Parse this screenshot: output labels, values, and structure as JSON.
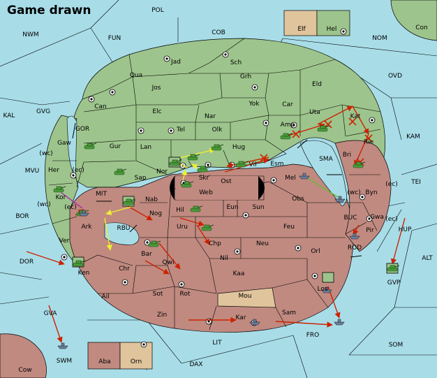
{
  "title": "Game drawn",
  "colors": {
    "sea": "#a8dde8",
    "green": "#9dc48c",
    "red": "#c08a80",
    "tan": "#e0c49c",
    "order": "#cc2200",
    "support": "#eeee33",
    "convoy": "#aa33aa",
    "hold": "#66bb33"
  },
  "seas": [
    "POL",
    "NWM",
    "FUN",
    "COB",
    "NOM",
    "Con",
    "OVD",
    "KAM",
    "KAL",
    "GVG",
    "GOR",
    "MVU",
    "MIT",
    "BOR",
    "RBU",
    "DOR",
    "SMA",
    "TEI",
    "BUC",
    "HUP",
    "ROD",
    "ALT",
    "GVA",
    "SWM",
    "LIT",
    "FRO",
    "SOM",
    "DAX",
    "Cow"
  ],
  "north": [
    "Jad",
    "Sch",
    "Qua",
    "Jos",
    "Grh",
    "Eld",
    "Can",
    "Elc",
    "Nar",
    "Yok",
    "Car",
    "Uta",
    "Tel",
    "Olk",
    "Kat",
    "Gur",
    "Lan",
    "Hug",
    "Amp",
    "Rie",
    "Sap",
    "Nor",
    "Skr",
    "Vil",
    "Esm",
    "Bri",
    "Gaw",
    "Her",
    "(wc)",
    "(ec)",
    "Kor",
    "Elf",
    "Hel"
  ],
  "south": [
    "Ost",
    "Mel",
    "Web",
    "Nab",
    "Hil",
    "Eun",
    "Sun",
    "Obs",
    "Ark",
    "Nog",
    "Uru",
    "Feu",
    "Ver",
    "Chp",
    "Neu",
    "Orl",
    "Bar",
    "Qwi",
    "Nil",
    "Ken",
    "Chr",
    "Kaa",
    "Ail",
    "Sot",
    "Rot",
    "Mou",
    "Los",
    "Zin",
    "Kar",
    "Sam",
    "Byn",
    "Pir",
    "Gwa",
    "GVP",
    "Aba",
    "Orn",
    "(wc)",
    "(ec)",
    "(wc)",
    "(ec)",
    "(ec)"
  ]
}
